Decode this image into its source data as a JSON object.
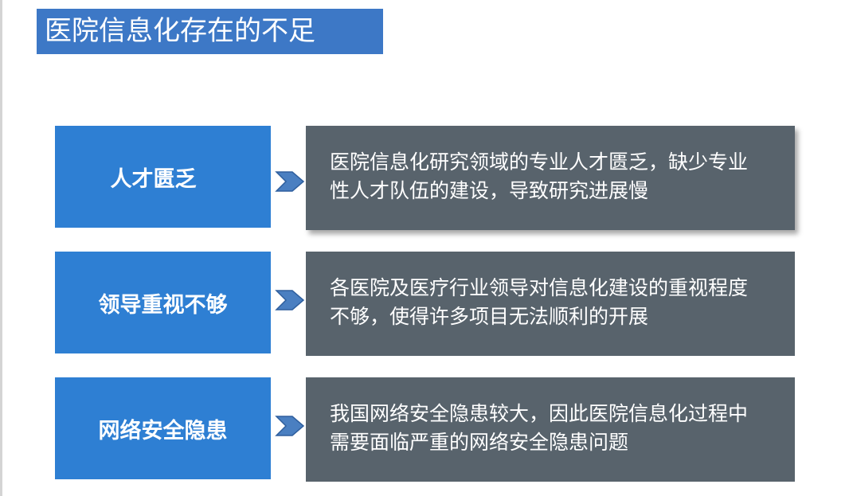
{
  "slide": {
    "title": "医院信息化存在的不足",
    "rows": [
      {
        "label": "人才匮乏",
        "description": "医院信息化研究领域的专业人才匮乏，缺少专业性人才队伍的建设，导致研究进展慢"
      },
      {
        "label": "领导重视不够",
        "description": "各医院及医疗行业领导对信息化建设的重视程度不够，使得许多项目无法顺利的开展"
      },
      {
        "label": "网络安全隐患",
        "description": "我国网络安全隐患较大，因此医院信息化过程中需要面临严重的网络安全隐患问题"
      }
    ]
  },
  "colors": {
    "title_bg": "#3d78c6",
    "label_bg": "#2e7fd3",
    "desc_bg": "#58636c",
    "arrow": "#4a7fc1"
  },
  "icons": {
    "arrow": "chevron-right-icon"
  }
}
